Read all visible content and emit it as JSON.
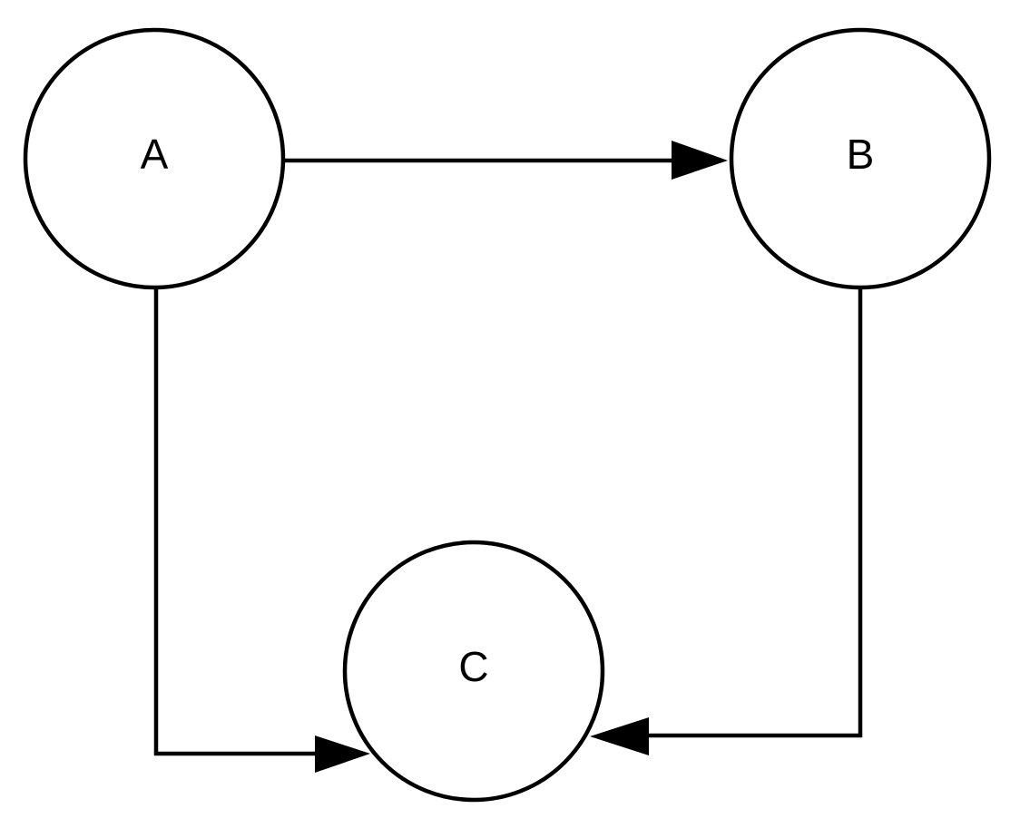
{
  "nodes": [
    {
      "id": "A",
      "label": "A"
    },
    {
      "id": "B",
      "label": "B"
    },
    {
      "id": "C",
      "label": "C"
    }
  ],
  "edges": [
    {
      "from": "A",
      "to": "B"
    },
    {
      "from": "A",
      "to": "C"
    },
    {
      "from": "B",
      "to": "C"
    }
  ],
  "colors": {
    "stroke": "#000000",
    "background": "#ffffff"
  }
}
